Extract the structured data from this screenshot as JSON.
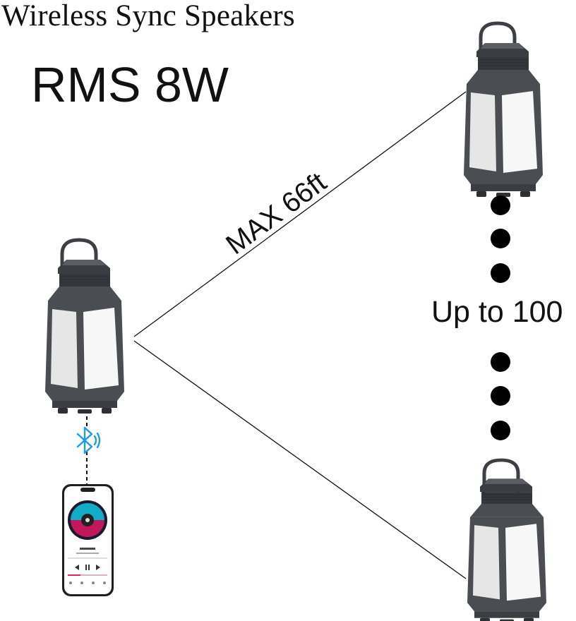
{
  "title": "Wireless Sync Speakers",
  "power": "RMS 8W",
  "distance": "MAX 66ft",
  "capacity": "Up to 100",
  "speakers": [
    "main-speaker",
    "top-right-speaker",
    "bottom-right-speaker"
  ],
  "colors": {
    "speaker_body": "#4a4d52",
    "speaker_dark": "#34373b",
    "panel": "#f2f2f2",
    "bluetooth": "#1e9be6",
    "line": "#111111"
  },
  "icons": [
    "bluetooth-icon",
    "smartphone-icon"
  ]
}
